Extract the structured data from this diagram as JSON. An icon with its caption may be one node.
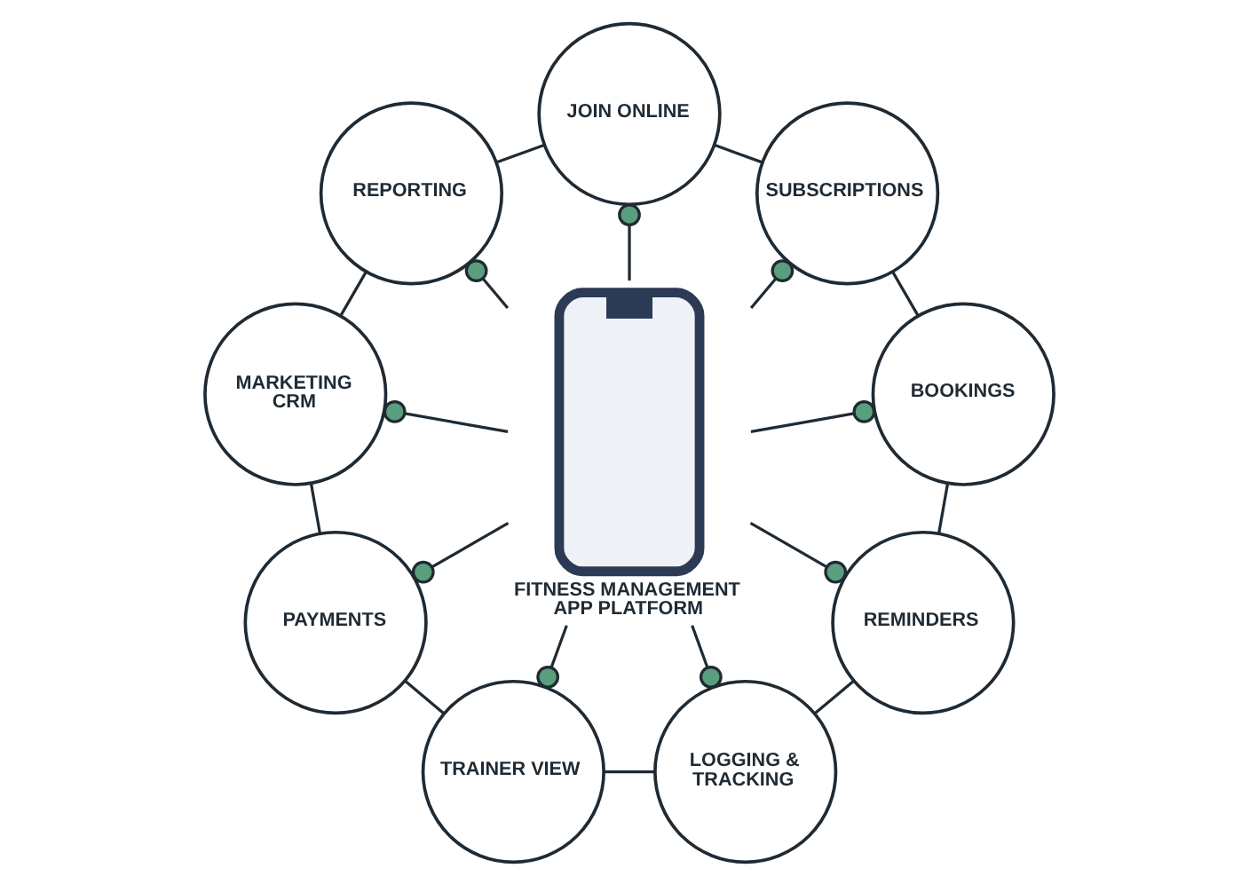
{
  "diagram": {
    "nodes": [
      {
        "text": [
          "FITNESS MANAGEMENT APP PLATFORM"
        ]
      },
      {
        "text": [
          "JOIN ONLINE"
        ]
      },
      {
        "text": [
          "SUBSCRIPTIONS"
        ]
      },
      {
        "text": [
          "BOOKINGS"
        ]
      },
      {
        "text": [
          "REMINDERS"
        ]
      },
      {
        "text": [
          "LOGGING & TRACKING"
        ]
      },
      {
        "text": [
          "TRAINER VIEW"
        ]
      },
      {
        "text": [
          "PAYMENTS"
        ]
      },
      {
        "text": [
          "MARKETING CRM"
        ]
      },
      {
        "text": [
          "REPORTING"
        ]
      }
    ],
    "edges": [
      {
        "from": 0,
        "to": 1,
        "arrow": "other"
      },
      {
        "from": 0,
        "to": 2,
        "arrow": "other"
      },
      {
        "from": 0,
        "to": 3,
        "arrow": "other"
      },
      {
        "from": 0,
        "to": 4,
        "arrow": "other"
      },
      {
        "from": 0,
        "to": 5,
        "arrow": "other"
      },
      {
        "from": 0,
        "to": 6,
        "arrow": "other"
      },
      {
        "from": 0,
        "to": 7,
        "arrow": "other"
      },
      {
        "from": 0,
        "to": 8,
        "arrow": "other"
      },
      {
        "from": 0,
        "to": 9,
        "arrow": "other"
      },
      {
        "from": 1,
        "to": 2,
        "arrow": "none"
      },
      {
        "from": 2,
        "to": 3,
        "arrow": "none"
      },
      {
        "from": 3,
        "to": 4,
        "arrow": "none"
      },
      {
        "from": 4,
        "to": 5,
        "arrow": "none"
      },
      {
        "from": 5,
        "to": 6,
        "arrow": "none"
      },
      {
        "from": 6,
        "to": 7,
        "arrow": "none"
      },
      {
        "from": 7,
        "to": 8,
        "arrow": "none"
      },
      {
        "from": 8,
        "to": 9,
        "arrow": "none"
      },
      {
        "from": 9,
        "to": 1,
        "arrow": "none"
      }
    ]
  }
}
